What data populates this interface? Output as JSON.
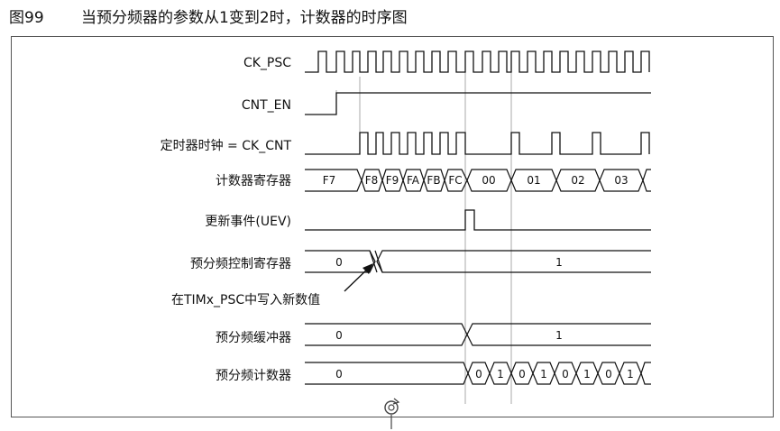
{
  "figure": {
    "number": "图99",
    "title": "当预分频器的参数从1变到2时，计数器的时序图"
  },
  "signals": [
    {
      "key": "ck_psc",
      "label": "CK_PSC"
    },
    {
      "key": "cnt_en",
      "label": "CNT_EN"
    },
    {
      "key": "ck_cnt",
      "label": "定时器时钟 = CK_CNT"
    },
    {
      "key": "counter",
      "label": "计数器寄存器"
    },
    {
      "key": "uev",
      "label": "更新事件(UEV)"
    },
    {
      "key": "psc_ctrl",
      "label": "预分频控制寄存器"
    },
    {
      "key": "psc_buf",
      "label": "预分频缓冲器"
    },
    {
      "key": "psc_cnt",
      "label": "预分频计数器"
    }
  ],
  "counter_values": [
    "F7",
    "F8",
    "F9",
    "FA",
    "FB",
    "FC",
    "00",
    "01",
    "02",
    "03"
  ],
  "psc_ctrl_values": [
    "0",
    "1"
  ],
  "psc_buf_values": [
    "0",
    "1"
  ],
  "psc_cnt_values": [
    "0",
    "0",
    "1",
    "0",
    "1",
    "0",
    "1",
    "0",
    "1"
  ],
  "annotation": "在TIMx_PSC中写入新数值",
  "icons": {
    "bottom": "refresh-icon"
  }
}
